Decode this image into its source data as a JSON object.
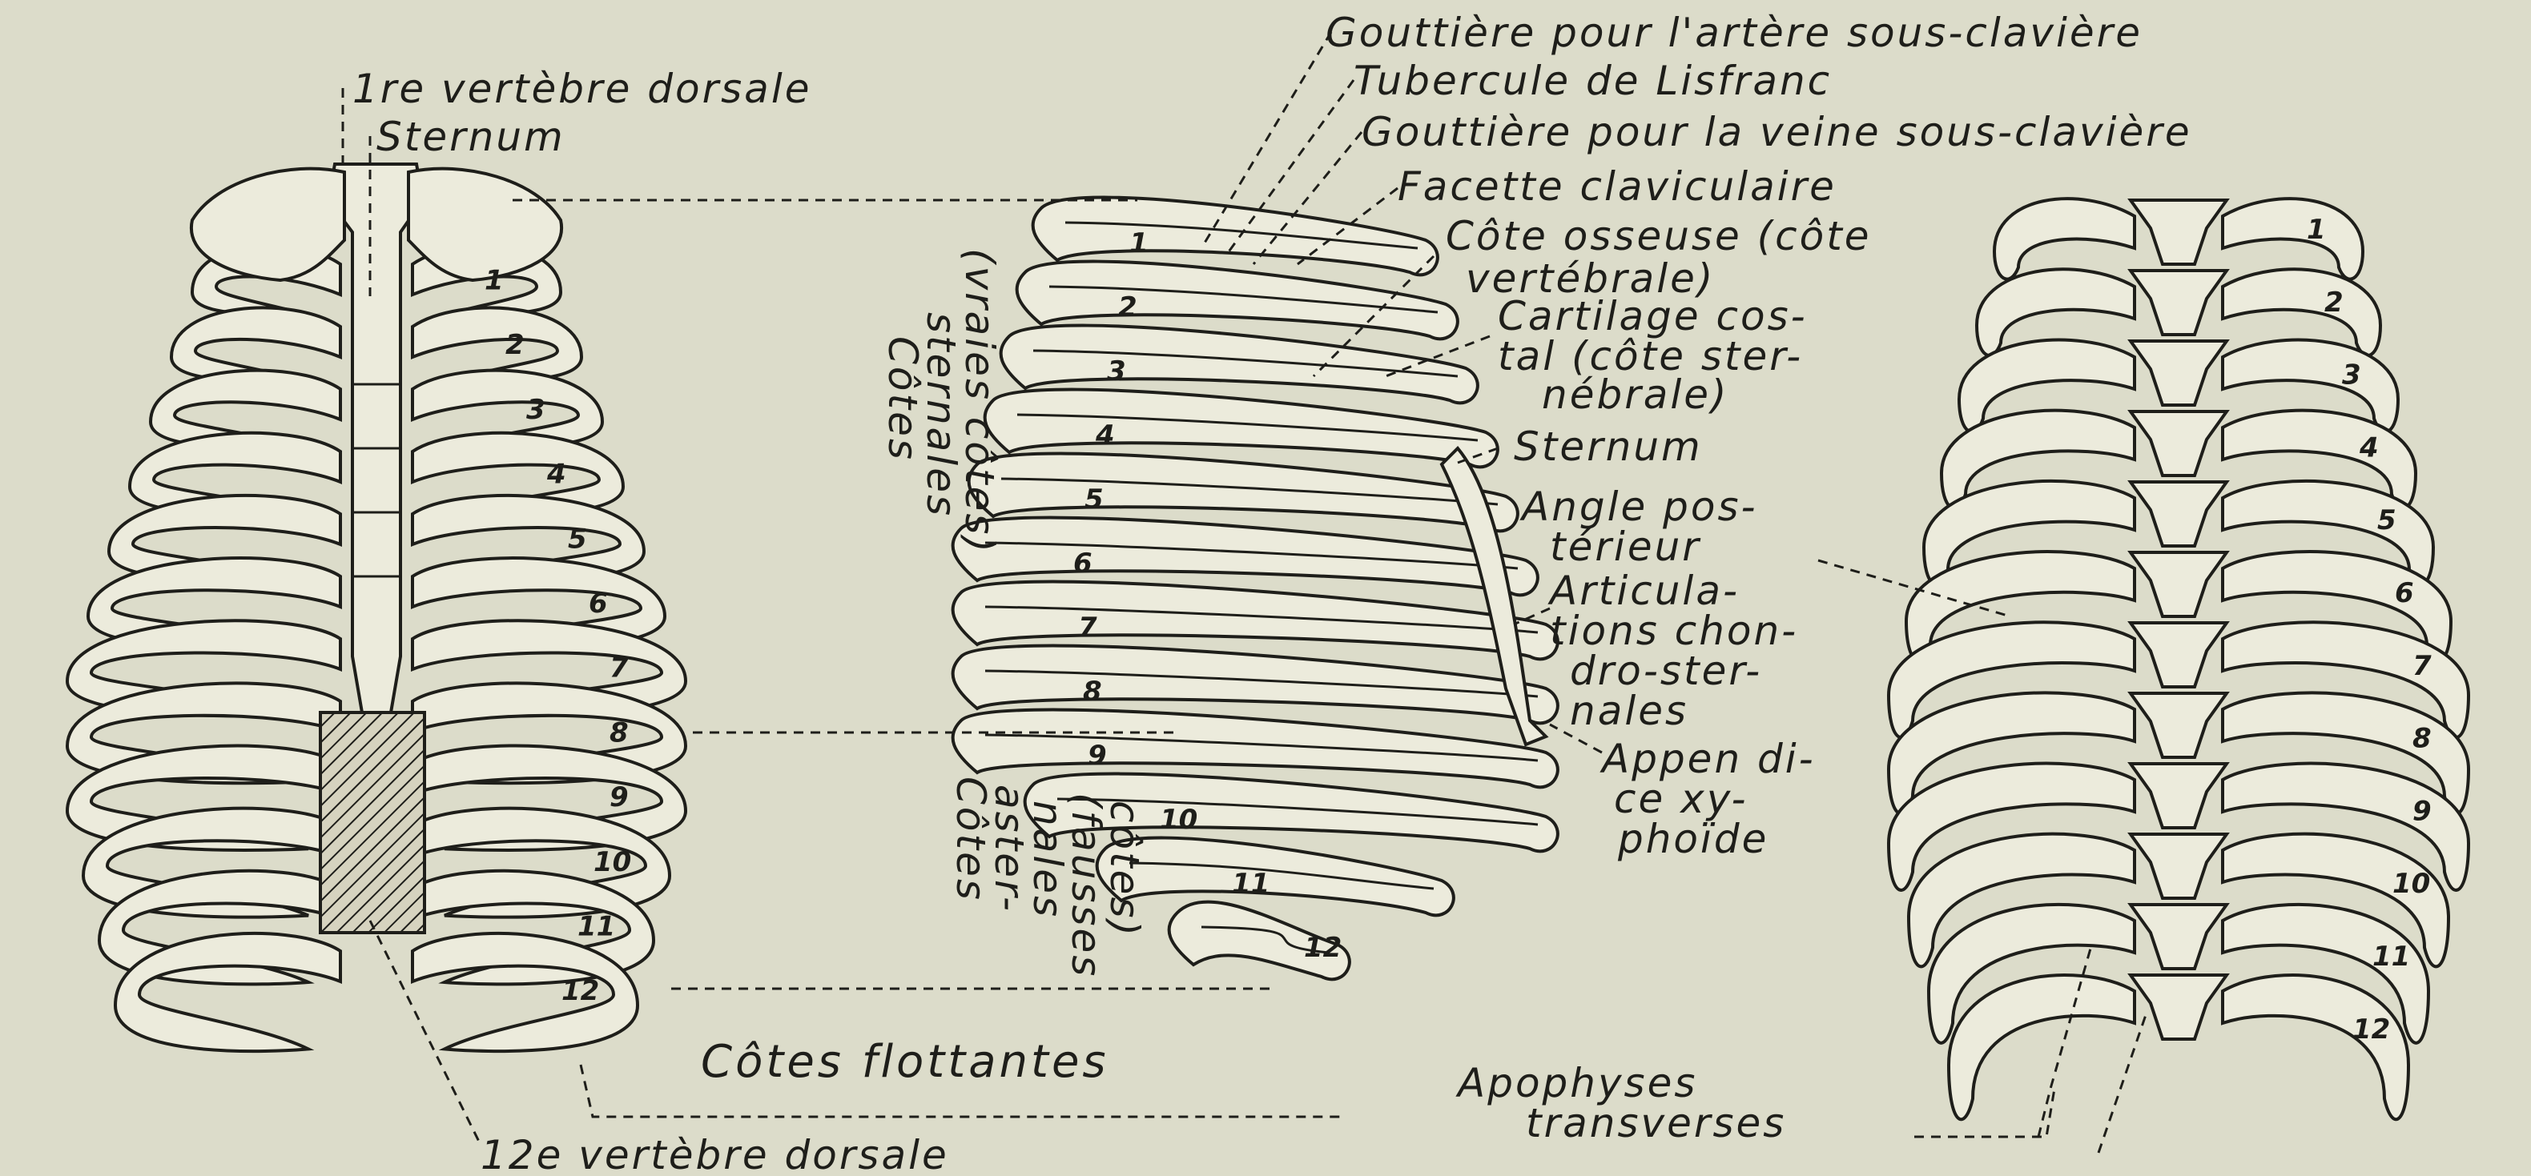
{
  "colors": {
    "paper": "#dcdcca",
    "ink": "#1e1e1a",
    "bone": "#ecebdc"
  },
  "figure_front": {
    "labels": {
      "first_vertebra": "1re vertèbre dorsale",
      "sternum": "Sternum",
      "twelfth_vertebra": "12e vertèbre dorsale"
    },
    "rib_numbers": [
      "1",
      "2",
      "3",
      "4",
      "5",
      "6",
      "7",
      "8",
      "9",
      "10",
      "11",
      "12"
    ]
  },
  "figure_side": {
    "labels": {
      "subclavian_artery_groove": "Gouttière pour l'artère sous-clavière",
      "lisfranc_tubercle": "Tubercule de Lisfranc",
      "subclavian_vein_groove": "Gouttière pour la veine sous-clavière",
      "clavicular_facet": "Facette claviculaire",
      "bony_rib": [
        "Côte osseuse (côte",
        "vertébrale)"
      ],
      "costal_cartilage": [
        "Cartilage cos-",
        "tal (côte ster-",
        "nébrale)"
      ],
      "sternum": "Sternum",
      "posterior_angle": [
        "Angle pos-",
        "térieur"
      ],
      "chondrosternal_joints": [
        "Articula-",
        "tions chon-",
        "dro-ster-",
        "nales"
      ],
      "xiphoid": [
        "Appen di-",
        "ce xy-",
        "phoïde"
      ],
      "sternal_ribs": [
        "Côtes",
        "sternales",
        "(vraies côtes)"
      ],
      "asternal_ribs": [
        "Côtes",
        "aster-",
        "nales",
        "(fausses",
        "côtes)"
      ],
      "floating_ribs": "Côtes flottantes",
      "transverse_processes": [
        "Apophyses",
        "transverses"
      ]
    },
    "rib_numbers": [
      "1",
      "2",
      "3",
      "4",
      "5",
      "6",
      "7",
      "8",
      "9",
      "10",
      "11",
      "12"
    ]
  },
  "figure_back": {
    "rib_numbers": [
      "1",
      "2",
      "3",
      "4",
      "5",
      "6",
      "7",
      "8",
      "9",
      "10",
      "11",
      "12"
    ]
  }
}
